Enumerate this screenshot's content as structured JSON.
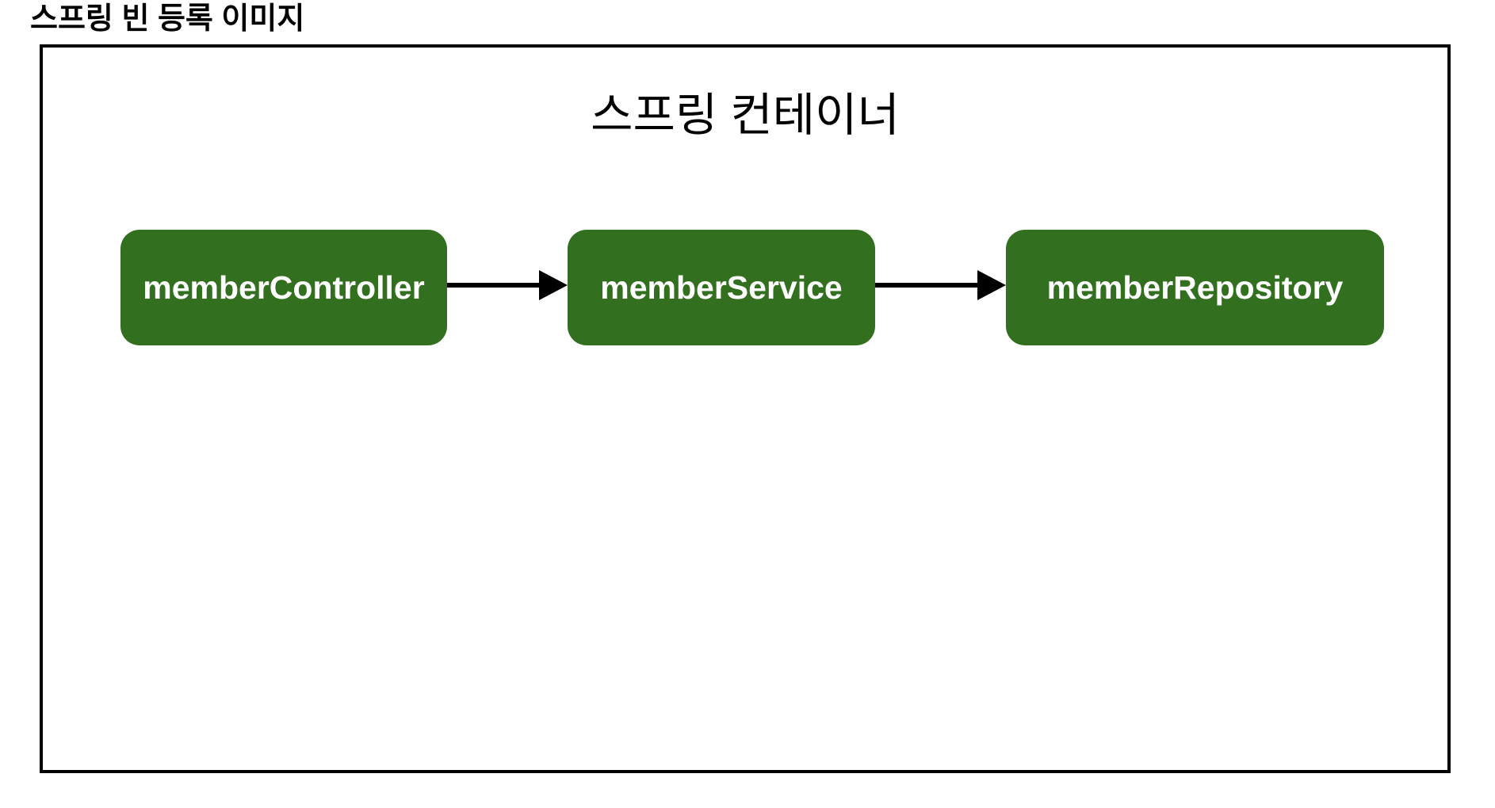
{
  "page_title": "스프링 빈 등록 이미지",
  "container": {
    "title": "스프링 컨테이너"
  },
  "nodes": [
    {
      "id": "memberController",
      "label": "memberController"
    },
    {
      "id": "memberService",
      "label": "memberService"
    },
    {
      "id": "memberRepository",
      "label": "memberRepository"
    }
  ],
  "edges": [
    {
      "from": "memberController",
      "to": "memberService"
    },
    {
      "from": "memberService",
      "to": "memberRepository"
    }
  ],
  "colors": {
    "background": "#ffffff",
    "outline": "#000000",
    "node_fill": "#326f1e",
    "node_text": "#ffffff"
  }
}
